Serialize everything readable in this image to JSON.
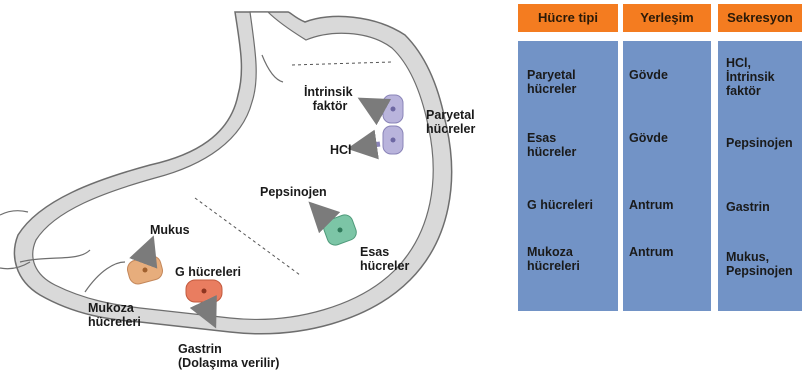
{
  "diagram": {
    "labels": {
      "intrinsic_factor": [
        "İntrinsik",
        "faktör"
      ],
      "hcl": "HCl",
      "parietal_cells": [
        "Paryetal",
        "hücreler"
      ],
      "pepsinogen": "Pepsinojen",
      "chief_cells": [
        "Esas",
        "hücreler"
      ],
      "mucus": "Mukus",
      "g_cells": "G hücreleri",
      "mucous_cells": [
        "Mukoza",
        "hücreleri"
      ],
      "gastrin": [
        "Gastrin",
        "(Dolaşıma verilir)"
      ]
    },
    "colors": {
      "stomach_wall": "#d9d9d9",
      "wall_outline": "#6e6e6e",
      "parietal_cell": "#b9b4dc",
      "chief_cell": "#7cc5a6",
      "mucous_cell": "#e7ad7c",
      "g_cell": "#e97d60"
    }
  },
  "table": {
    "header_color": "#f47c20",
    "column_color": "#7293c6",
    "headers": [
      "Hücre tipi",
      "Yerleşim",
      "Sekresyon"
    ],
    "rows": [
      [
        "Paryetal hücreler",
        "Gövde",
        "HCl, İntrinsik faktör"
      ],
      [
        "Esas hücreler",
        "Gövde",
        "Pepsinojen"
      ],
      [
        "G hücreleri",
        "Antrum",
        "Gastrin"
      ],
      [
        "Mukoza hücreleri",
        "Antrum",
        "Mukus, Pepsinojen"
      ]
    ]
  }
}
